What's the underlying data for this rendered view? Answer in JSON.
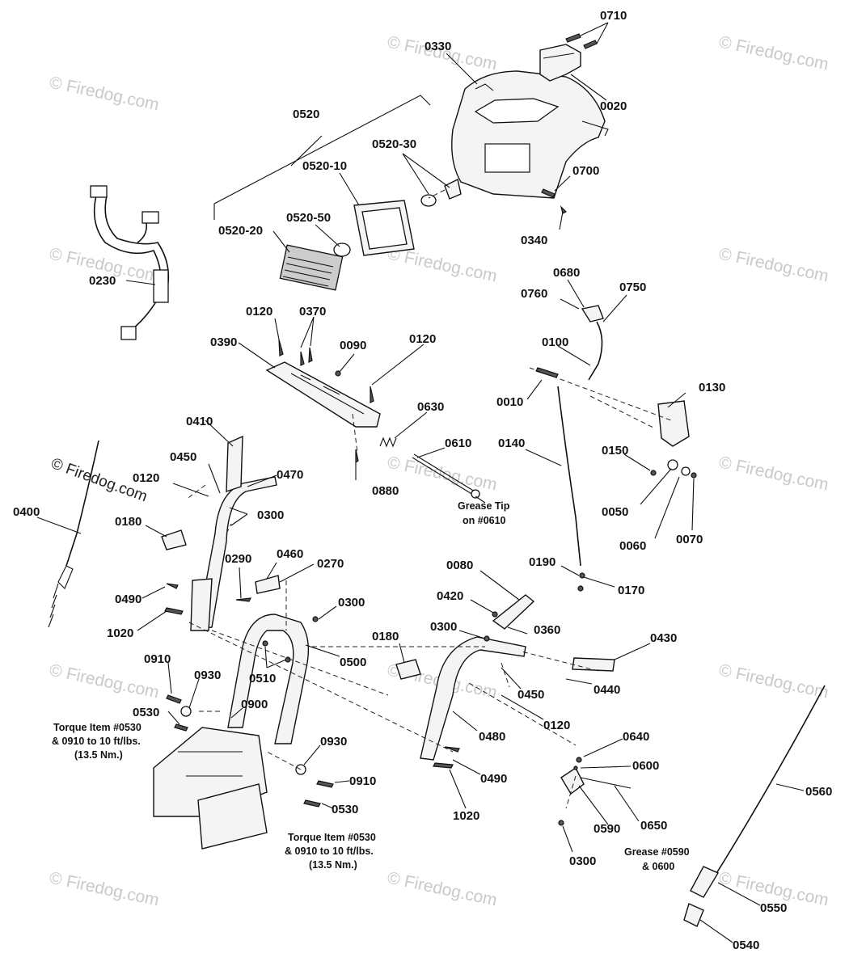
{
  "watermark": "© Firedog.com",
  "part_labels": {
    "p0710": "0710",
    "p0330": "0330",
    "p0020": "0020",
    "p0520": "0520",
    "p0520_30": "0520-30",
    "p0520_10": "0520-10",
    "p0700": "0700",
    "p0520_50": "0520-50",
    "p0520_20": "0520-20",
    "p0340": "0340",
    "p0230": "0230",
    "p0680": "0680",
    "p0760": "0760",
    "p0750": "0750",
    "p0120a": "0120",
    "p0370": "0370",
    "p0390": "0390",
    "p0090": "0090",
    "p0120b": "0120",
    "p0100": "0100",
    "p0010": "0010",
    "p0130": "0130",
    "p0630": "0630",
    "p0410": "0410",
    "p0610": "0610",
    "p0140": "0140",
    "p0450a": "0450",
    "p0150": "0150",
    "p0120c": "0120",
    "p0470": "0470",
    "p0880": "0880",
    "p0400": "0400",
    "p0300a": "0300",
    "p0050": "0050",
    "p0180a": "0180",
    "p0060": "0060",
    "p0070": "0070",
    "p0290": "0290",
    "p0460": "0460",
    "p0270": "0270",
    "p0080": "0080",
    "p0190": "0190",
    "p0490a": "0490",
    "p0420": "0420",
    "p0170": "0170",
    "p0300b": "0300",
    "p1020a": "1020",
    "p0300c": "0300",
    "p0360": "0360",
    "p0430": "0430",
    "p0180b": "0180",
    "p0500": "0500",
    "p0910a": "0910",
    "p0510": "0510",
    "p0930a": "0930",
    "p0450b": "0450",
    "p0440": "0440",
    "p0900": "0900",
    "p0530a": "0530",
    "p0120d": "0120",
    "p0480": "0480",
    "p0640": "0640",
    "p0930b": "0930",
    "p0490b": "0490",
    "p0600": "0600",
    "p0910b": "0910",
    "p0560": "0560",
    "p0530b": "0530",
    "p1020b": "1020",
    "p0590": "0590",
    "p0650": "0650",
    "p0300d": "0300",
    "p0550": "0550",
    "p0540": "0540"
  },
  "notes": {
    "grease_tip_l1": "Grease Tip",
    "grease_tip_l2": "on #0610",
    "torque1_l1": "Torque Item #0530",
    "torque1_l2": "& 0910 to 10 ft/lbs.",
    "torque1_l3": "(13.5 Nm.)",
    "torque2_l1": "Torque Item #0530",
    "torque2_l2": "& 0910 to 10 ft/lbs.",
    "torque2_l3": "(13.5 Nm.)",
    "grease2_l1": "Grease #0590",
    "grease2_l2": "& 0600"
  }
}
